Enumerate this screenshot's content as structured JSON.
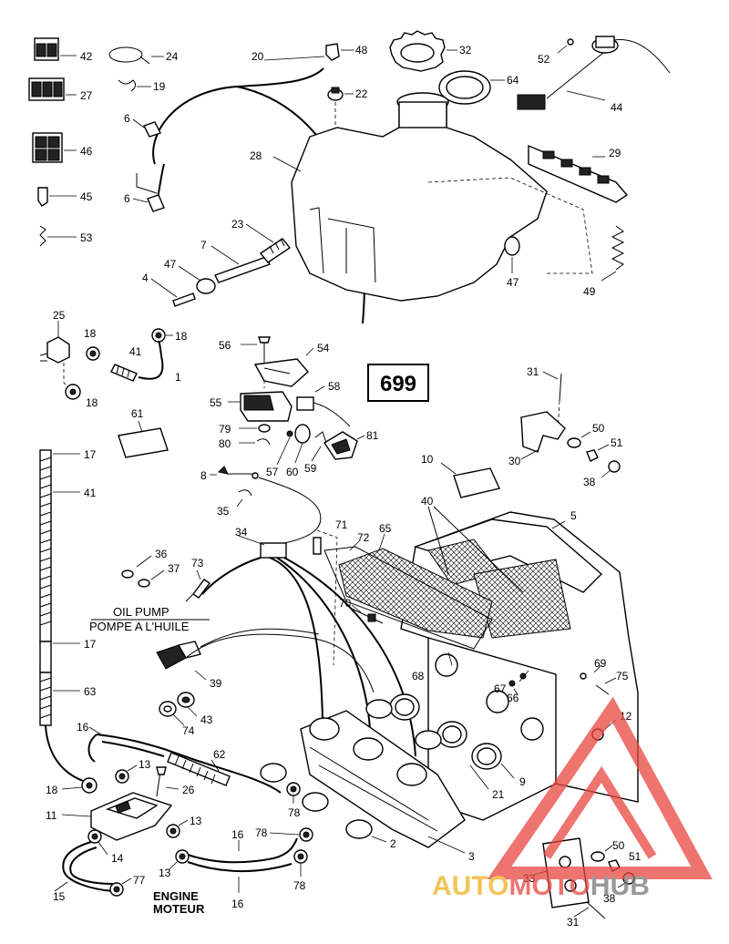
{
  "diagram": {
    "page_number": "699",
    "labels": {
      "oil_pump_en": "OIL PUMP",
      "oil_pump_fr": "POMPE A L'HUILE",
      "engine_en": "ENGINE",
      "engine_fr": "MOTEUR"
    },
    "callouts": [
      "42",
      "27",
      "46",
      "45",
      "53",
      "24",
      "19",
      "6",
      "6",
      "20",
      "48",
      "22",
      "32",
      "64",
      "52",
      "44",
      "28",
      "29",
      "23",
      "7",
      "47",
      "4",
      "47",
      "49",
      "25",
      "18",
      "18",
      "41",
      "1",
      "18",
      "61",
      "17",
      "41",
      "17",
      "63",
      "56",
      "54",
      "55",
      "58",
      "79",
      "80",
      "57",
      "60",
      "59",
      "81",
      "8",
      "35",
      "34",
      "71",
      "72",
      "65",
      "70",
      "36",
      "37",
      "73",
      "39",
      "43",
      "74",
      "16",
      "62",
      "13",
      "26",
      "18",
      "11",
      "13",
      "14",
      "13",
      "16",
      "78",
      "78",
      "15",
      "77",
      "78",
      "16",
      "31",
      "50",
      "51",
      "30",
      "38",
      "10",
      "40",
      "5",
      "68",
      "67",
      "66",
      "69",
      "75",
      "12",
      "9",
      "21",
      "2",
      "3",
      "33",
      "50",
      "51",
      "38",
      "31"
    ]
  },
  "watermark": {
    "text_part1": "AUTO",
    "text_part2": "MOTO",
    "text_part3": "HUB",
    "color_primary": "#e8463f",
    "color_secondary": "#f0b020",
    "color_gray": "#777777"
  }
}
